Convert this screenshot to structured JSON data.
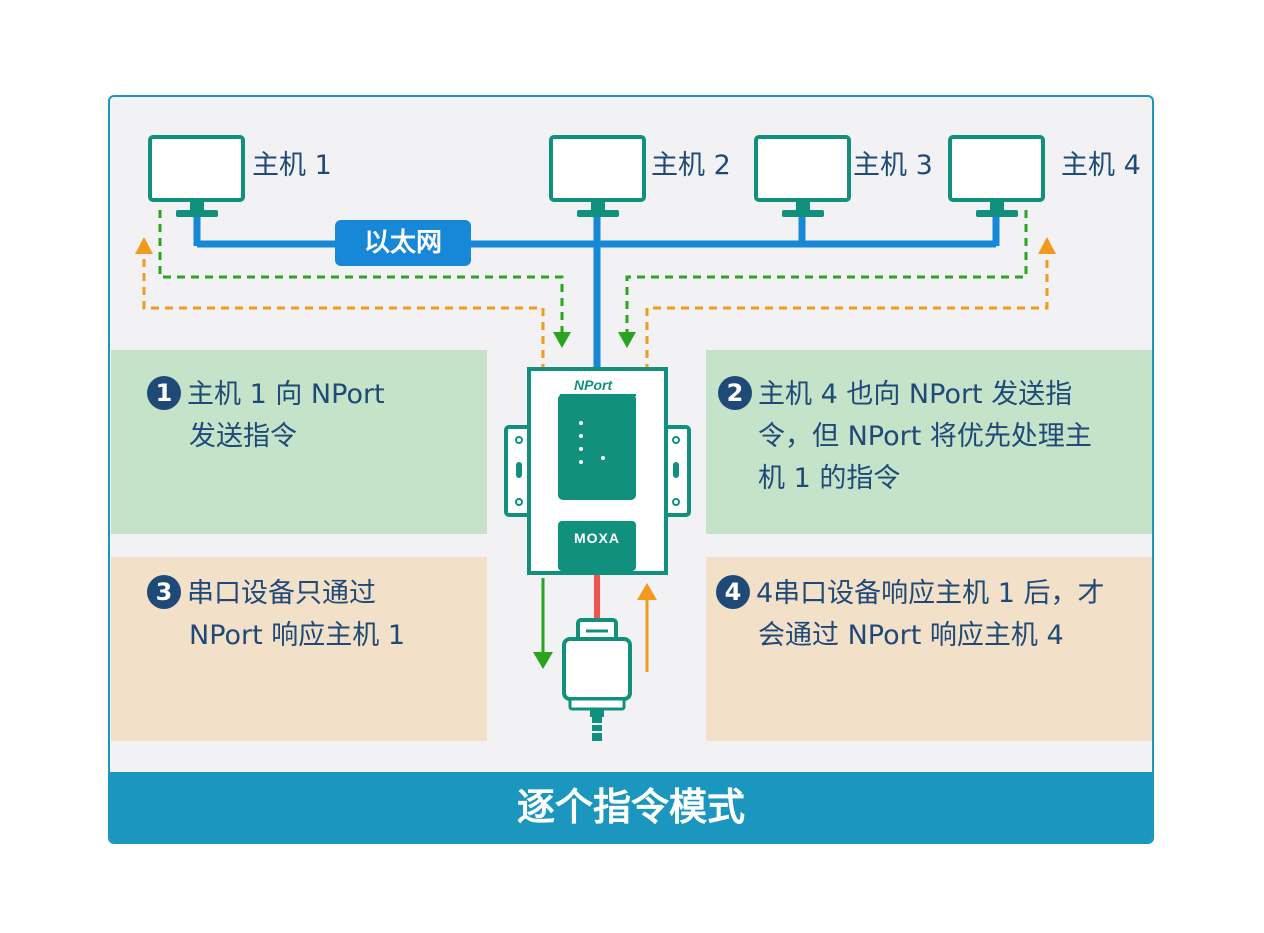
{
  "title": "逐个指令模式",
  "ethernet_label": "以太网",
  "hosts": [
    {
      "label": "主机 1"
    },
    {
      "label": "主机 2"
    },
    {
      "label": "主机 3"
    },
    {
      "label": "主机 4"
    }
  ],
  "device": {
    "brand_label": "MOXA",
    "model_label": "NPort"
  },
  "steps": [
    {
      "num": "1",
      "line1": "主机 1 向 NPort",
      "line2": "发送指令",
      "line3": ""
    },
    {
      "num": "2",
      "line1": "主机 4 也向 NPort 发送指",
      "line2": "令，但 NPort 将优先处理主",
      "line3": "机 1 的指令"
    },
    {
      "num": "3",
      "line1": "串口设备只通过",
      "line2": "NPort 响应主机 1",
      "line3": ""
    },
    {
      "num": "4",
      "line1": "4串口设备响应主机 1 后，才",
      "line2": "会通过 NPort 响应主机 4",
      "line3": ""
    }
  ],
  "colors": {
    "frame": "#1b97bf",
    "ethernet": "#1787d8",
    "device": "#12907e",
    "green_arrow": "#2aa31f",
    "orange_arrow": "#f19a1e",
    "text": "#1f4a78",
    "serial_line": "#f05455"
  }
}
